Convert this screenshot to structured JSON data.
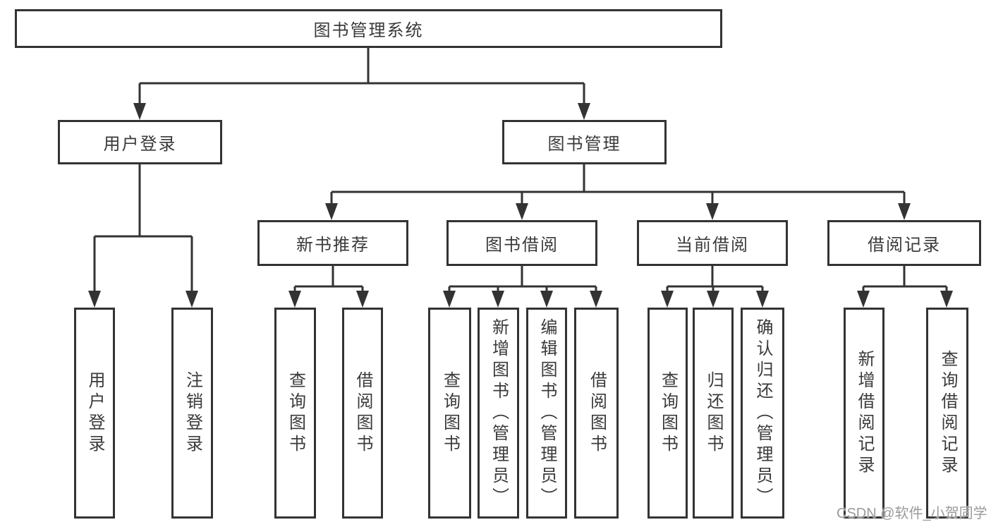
{
  "colors": {
    "line": "#333333",
    "box_border": "#333333",
    "text": "#3a3a3a",
    "background": "#ffffff",
    "watermark": "#9a9a9a"
  },
  "tree": {
    "label": "图书管理系统",
    "children": [
      {
        "label": "用户登录",
        "children": [
          {
            "label": "用户登录"
          },
          {
            "label": "注销登录"
          }
        ]
      },
      {
        "label": "图书管理",
        "children": [
          {
            "label": "新书推荐",
            "children": [
              {
                "label": "查询图书"
              },
              {
                "label": "借阅图书"
              }
            ]
          },
          {
            "label": "图书借阅",
            "children": [
              {
                "label": "查询图书"
              },
              {
                "label": "新增图书（管理员）"
              },
              {
                "label": "编辑图书（管理员）"
              },
              {
                "label": "借阅图书"
              }
            ]
          },
          {
            "label": "当前借阅",
            "children": [
              {
                "label": "查询图书"
              },
              {
                "label": "归还图书"
              },
              {
                "label": "确认归还（管理员）"
              }
            ]
          },
          {
            "label": "借阅记录",
            "children": [
              {
                "label": "新增借阅记录"
              },
              {
                "label": "查询借阅记录"
              }
            ]
          }
        ]
      }
    ]
  },
  "watermark": {
    "text": "CSDN @软件_小贺同学"
  }
}
